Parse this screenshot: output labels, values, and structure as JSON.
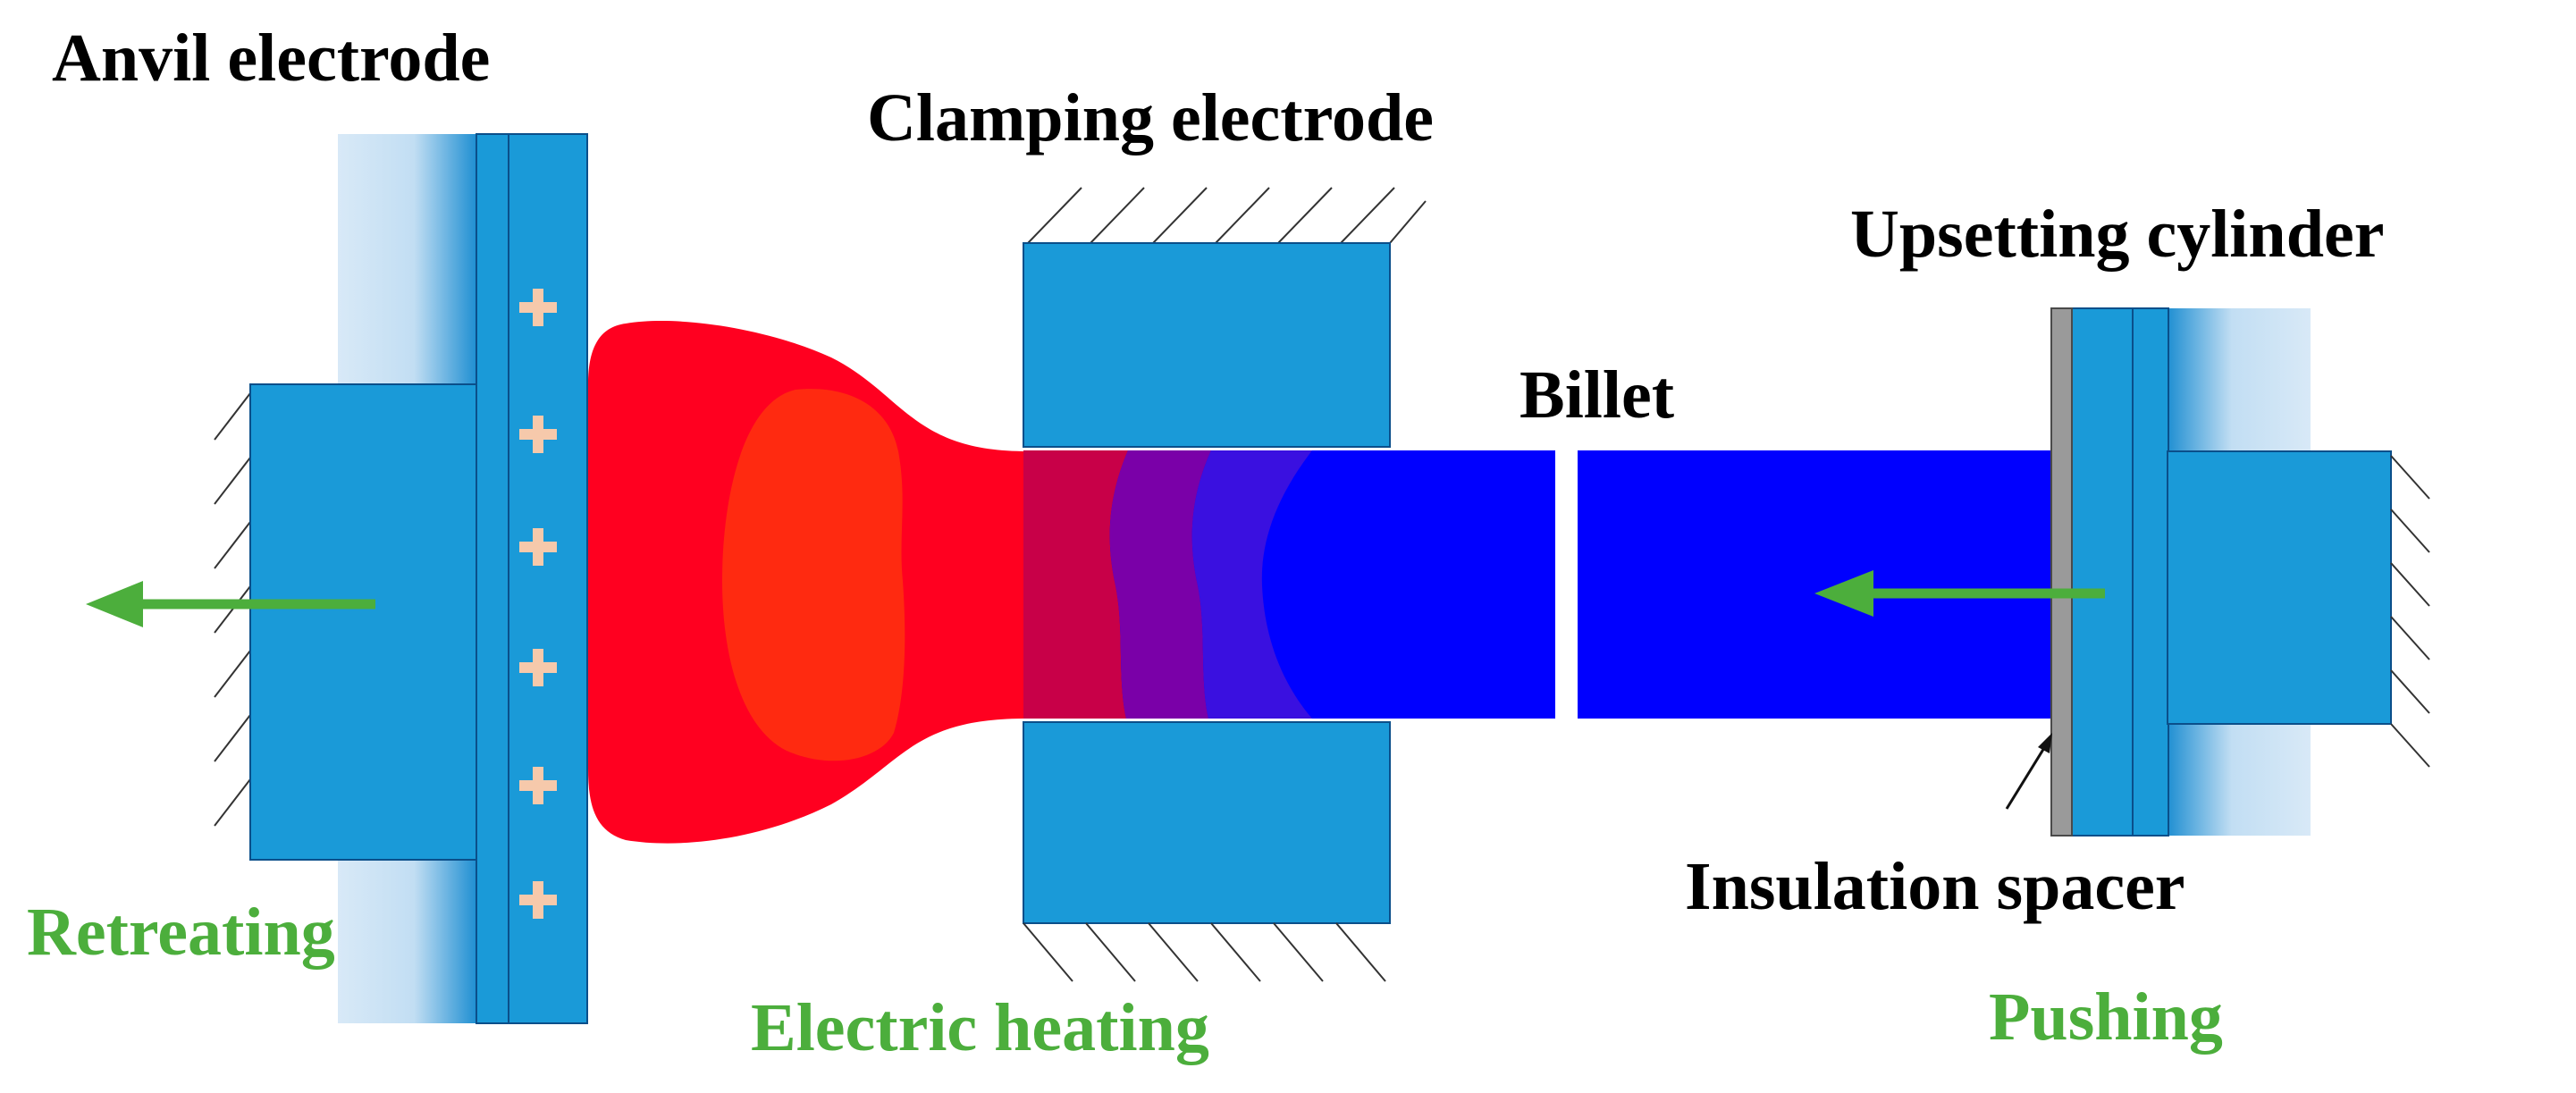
{
  "labels": {
    "anvil_electrode": "Anvil electrode",
    "clamping_electrode": "Clamping electrode",
    "upsetting_cylinder": "Upsetting cylinder",
    "billet": "Billet",
    "insulation_spacer": "Insulation spacer",
    "retreating": "Retreating",
    "electric_heating": "Electric heating",
    "pushing": "Pushing"
  },
  "colors": {
    "electrode_blue": "#1a9ad8",
    "electrode_edge": "#0b4f8a",
    "billet_blue": "#0000ff",
    "hot_red": "#ff0020",
    "motion_green": "#4cae3c",
    "plus_sign": "#f6c9ab",
    "spacer_gray": "#9a9a9a"
  },
  "anvil_plus_count": 6
}
